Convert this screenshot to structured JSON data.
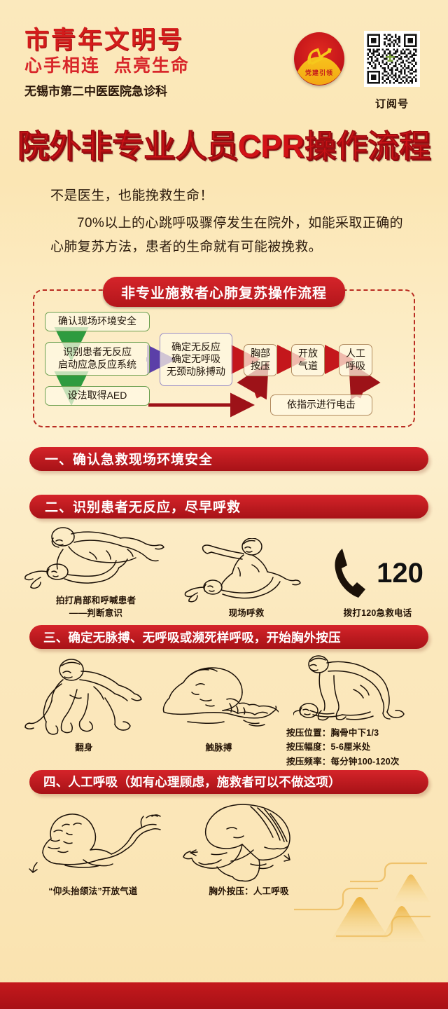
{
  "header": {
    "brand_line1": "市青年文明号",
    "brand_line2_a": "心手相连",
    "brand_line2_b": "点亮生命",
    "org": "无锡市第二中医医院急诊科",
    "emblem_text": "党建引领",
    "qr_label": "订阅号",
    "emblem_icon": "hammer-sickle-icon",
    "qr_icon": "qr-code-icon"
  },
  "title": "院外非专业人员CPR操作流程",
  "intro": {
    "line1": "不是医生，也能挽救生命！",
    "line2": "70%以上的心跳呼吸骤停发生在院外，如能采取正确的心肺复苏方法，患者的生命就有可能被挽救。"
  },
  "flowchart": {
    "title": "非专业施救者心肺复苏操作流程",
    "nodes": [
      {
        "id": "n1",
        "text": "确认现场环境安全",
        "style": "green"
      },
      {
        "id": "n2",
        "text": "识别患者无反应\n启动应急反应系统",
        "line1": "识别患者无反应",
        "line2": "启动应急反应系统",
        "style": "green"
      },
      {
        "id": "n3",
        "text": "设法取得AED",
        "style": "green"
      },
      {
        "id": "n4",
        "line1": "确定无反应",
        "line2": "确定无呼吸",
        "line3": "无颈动脉搏动",
        "style": "purple"
      },
      {
        "id": "n5",
        "line1": "胸部",
        "line2": "按压",
        "style": "brown"
      },
      {
        "id": "n6",
        "line1": "开放",
        "line2": "气道",
        "style": "brown"
      },
      {
        "id": "n7",
        "line1": "人工",
        "line2": "呼吸",
        "style": "brown"
      },
      {
        "id": "n8",
        "text": "依指示进行电击",
        "style": "brown"
      }
    ],
    "arrow_colors": {
      "green": "#2e9b3f",
      "purple": "#5b3fa8",
      "red": "#c4171c",
      "darkred": "#9d1218"
    }
  },
  "sections": [
    {
      "id": "s1",
      "heading": "一、确认急救现场环境安全",
      "figures": []
    },
    {
      "id": "s2",
      "heading": "二、识别患者无反应，尽早呼救",
      "figures": [
        {
          "name": "shake-and-shout-figure",
          "caption_line1": "拍打肩部和呼喊患者",
          "caption_line2": "——判断意识"
        },
        {
          "name": "call-for-help-figure",
          "caption_line1": "现场呼救",
          "caption_line2": ""
        },
        {
          "name": "call-120-figure",
          "caption_line1": "拨打120急救电话",
          "caption_line2": "",
          "number": "120"
        }
      ]
    },
    {
      "id": "s3",
      "heading": "三、确定无脉搏、无呼吸或濒死样呼吸，开始胸外按压",
      "figures": [
        {
          "name": "roll-over-figure",
          "caption_line1": "翻身",
          "caption_line2": ""
        },
        {
          "name": "check-pulse-figure",
          "caption_line1": "触脉搏",
          "caption_line2": ""
        },
        {
          "name": "chest-compression-figure",
          "caption_line1": "",
          "caption_line2": ""
        }
      ],
      "press_info": [
        "按压位置：胸骨中下1/3",
        "按压幅度：5-6厘米处",
        "按压频率：每分钟100-120次"
      ]
    },
    {
      "id": "s4",
      "heading": "四、人工呼吸（如有心理顾虑，施救者可以不做这项）",
      "figures": [
        {
          "name": "head-tilt-chin-lift-figure",
          "caption_line1": "“仰头抬颌法”开放气道",
          "caption_line2": ""
        },
        {
          "name": "rescue-breathing-figure",
          "caption_line1": "胸外按压：人工呼吸",
          "caption_line2": ""
        }
      ]
    }
  ],
  "colors": {
    "brand_red": "#d31b1b",
    "bar_red": "#bb1a1f",
    "bg_cream": "#fbe6b8",
    "green_border": "#6b9f4e",
    "purple_border": "#9b8fc4",
    "brown_border": "#b08a5e",
    "gold": "#f3a712"
  }
}
